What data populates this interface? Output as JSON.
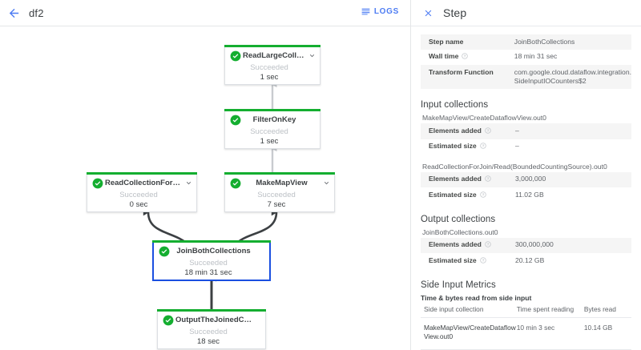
{
  "header": {
    "back_icon": "arrow-left-icon",
    "job_name": "df2",
    "logs_icon": "logs-list-icon",
    "logs_label": "LOGS"
  },
  "graph": {
    "status_label": "Succeeded",
    "check_icon": "check-circle-icon",
    "caret_icon": "chevron-down-icon",
    "accent_color": "#14ae30",
    "selected_border_color": "#1a4fe0",
    "nodes": [
      {
        "id": "read-large-collection",
        "title": "ReadLargeCollectionFr…",
        "status": "Succeeded",
        "time": "1 sec",
        "selected": false
      },
      {
        "id": "filter-on-key",
        "title": "FilterOnKey",
        "status": "Succeeded",
        "time": "1 sec",
        "selected": false
      },
      {
        "id": "read-collection-for-join",
        "title": "ReadCollectionForJoin",
        "status": "Succeeded",
        "time": "0 sec",
        "selected": false
      },
      {
        "id": "make-map-view",
        "title": "MakeMapView",
        "status": "Succeeded",
        "time": "7 sec",
        "selected": false
      },
      {
        "id": "join-both-collections",
        "title": "JoinBothCollections",
        "status": "Succeeded",
        "time": "18 min 31 sec",
        "selected": true
      },
      {
        "id": "output-the-joined-collection",
        "title": "OutputTheJoinedCollec…",
        "status": "Succeeded",
        "time": "18 sec",
        "selected": false
      }
    ]
  },
  "panel": {
    "close_icon": "close-icon",
    "title": "Step",
    "help_icon": "help-circle-icon",
    "summary_rows": [
      {
        "key": "Step name",
        "value": "JoinBothCollections",
        "help": false
      },
      {
        "key": "Wall time",
        "value": "18 min 31 sec",
        "help": true
      },
      {
        "key": "Transform Function",
        "value": "com.google.cloud.dataflow.integration. SideInputIOCounters$2",
        "help": false
      }
    ],
    "input_collections": {
      "title": "Input collections",
      "groups": [
        {
          "name": "MakeMapView/CreateDataflowView.out0",
          "rows": [
            {
              "key": "Elements added",
              "value": "–",
              "help": true
            },
            {
              "key": "Estimated size",
              "value": "–",
              "help": true
            }
          ]
        },
        {
          "name": "ReadCollectionForJoin/Read(BoundedCountingSource).out0",
          "rows": [
            {
              "key": "Elements added",
              "value": "3,000,000",
              "help": true
            },
            {
              "key": "Estimated size",
              "value": "11.02 GB",
              "help": true
            }
          ]
        }
      ]
    },
    "output_collections": {
      "title": "Output collections",
      "groups": [
        {
          "name": "JoinBothCollections.out0",
          "rows": [
            {
              "key": "Elements added",
              "value": "300,000,000",
              "help": true
            },
            {
              "key": "Estimated size",
              "value": "20.12 GB",
              "help": true
            }
          ]
        }
      ]
    },
    "side_input_metrics": {
      "title": "Side Input Metrics",
      "subtitle": "Time & bytes read from side input",
      "columns": [
        "Side input collection",
        "Time spent reading",
        "Bytes read"
      ],
      "rows": [
        [
          "MakeMapView/CreateDataflow View.out0",
          "10 min 3 sec",
          "10.14 GB"
        ]
      ]
    }
  }
}
